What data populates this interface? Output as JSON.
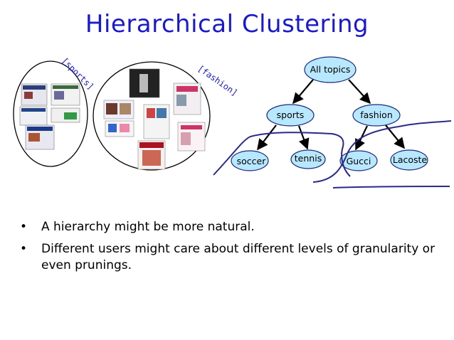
{
  "slide": {
    "title": "Hierarchical Clustering"
  },
  "clusters": {
    "sports_tag": "[sports]",
    "fashion_tag": "[fashion]"
  },
  "tree": {
    "root": "All topics",
    "level1": [
      "sports",
      "fashion"
    ],
    "leaves": [
      "soccer",
      "tennis",
      "Gucci",
      "Lacoste"
    ]
  },
  "bullets": [
    {
      "marker": "•",
      "text": "A hierarchy might be more natural."
    },
    {
      "marker": "•",
      "text": "Different users might care about different levels of granularity or even prunings."
    }
  ],
  "colors": {
    "title": "#1a1acc",
    "node_fill": "#b8e8ff",
    "node_stroke": "#1a2a7a",
    "cut_line": "#2a2a8a"
  }
}
